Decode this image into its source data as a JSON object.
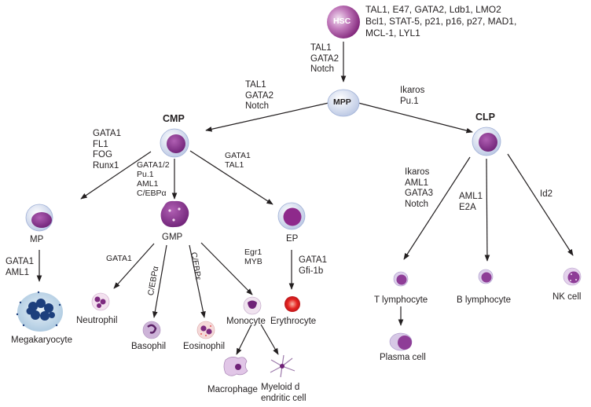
{
  "nodes": {
    "hsc": "HSC",
    "mpp": "MPP",
    "cmp": "CMP",
    "clp": "CLP",
    "mp": "MP",
    "gmp": "GMP",
    "ep": "EP",
    "megakaryocyte": "Megakaryocyte",
    "neutrophil": "Neutrophil",
    "basophil": "Basophil",
    "eosinophil": "Eosinophil",
    "monocyte": "Monocyte",
    "erythrocyte": "Erythrocyte",
    "macrophage": "Macrophage",
    "dendritic": "Myeloid d\nendritic cell",
    "t_lymphocyte": "T lymphocyte",
    "b_lymphocyte": "B lymphocyte",
    "nk_cell": "NK cell",
    "plasma_cell": "Plasma cell"
  },
  "factors": {
    "hsc": "TAL1, E47, GATA2, Ldb1, LMO2\nBcl1, STAT-5, p21, p16, p27, MAD1,\nMCL-1, LYL1",
    "hsc_mpp": "TAL1\nGATA2\nNotch",
    "mpp_cmp": "TAL1\nGATA2\nNotch",
    "mpp_clp": "Ikaros\nPu.1",
    "cmp_mp": "GATA1\nFL1\nFOG\nRunx1",
    "cmp_gmp": "GATA1/2\nPu.1\nAML1\nC/EBPα",
    "cmp_ep": "GATA1\nTAL1",
    "mp_mega": "GATA1\nAML1",
    "ep_ery": "GATA1\nGfi-1b",
    "gmp_neutro": "GATA1",
    "gmp_baso": "C/EBPα",
    "gmp_eos": "C/EBPε",
    "gmp_mono": "Egr1\nMYB",
    "clp_t": "Ikaros\nAML1\nGATA3\nNotch",
    "clp_b": "AML1\nE2A",
    "clp_nk": "Id2"
  },
  "colors": {
    "cell_purple": "#8e3d97",
    "cell_ring": "#c9d3ea",
    "hsc_dark": "#8b2a85",
    "hsc_light": "#e4c4e4",
    "erythrocyte": "#e52421",
    "mega_blue": "#1d3f7d",
    "arrow": "#231f20"
  }
}
